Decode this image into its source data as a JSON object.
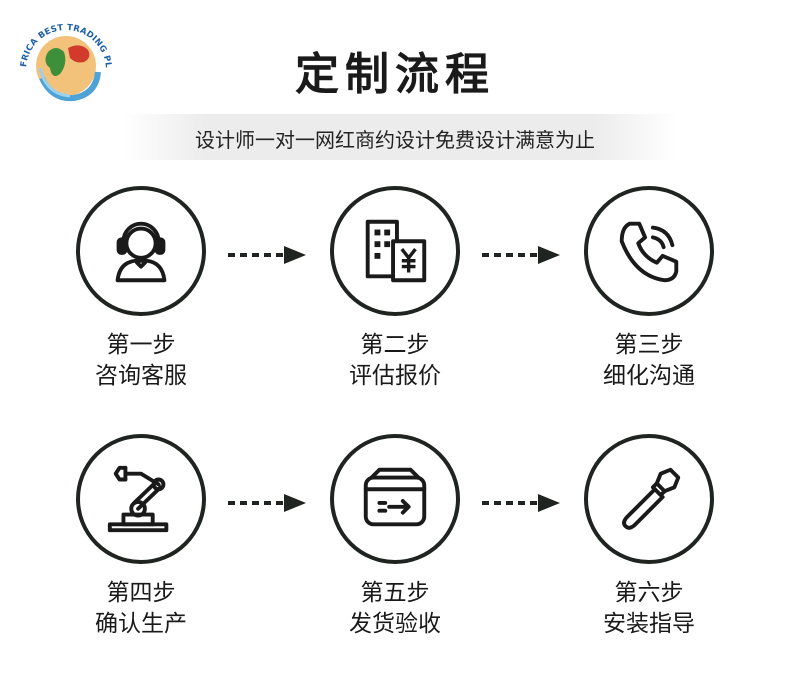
{
  "logo": {
    "text": "CHINA-AFRICA BEST TRADING PLATFORM",
    "icon": "globe-logo-icon"
  },
  "title": "定制流程",
  "subtitle": "设计师一对一网红商约设计免费设计满意为止",
  "steps": [
    {
      "num": "第一步",
      "name": "咨询客服",
      "icon": "headset-agent-icon"
    },
    {
      "num": "第二步",
      "name": "评估报价",
      "icon": "building-yuan-icon"
    },
    {
      "num": "第三步",
      "name": "细化沟通",
      "icon": "phone-icon"
    },
    {
      "num": "第四步",
      "name": "确认生产",
      "icon": "robot-arm-icon"
    },
    {
      "num": "第五步",
      "name": "发货验收",
      "icon": "delivery-box-icon"
    },
    {
      "num": "第六步",
      "name": "安装指导",
      "icon": "screwdriver-icon"
    }
  ],
  "colors": {
    "accent": "#1f2421",
    "text": "#1a1a1a",
    "subtitle_bg": "#ececec"
  }
}
